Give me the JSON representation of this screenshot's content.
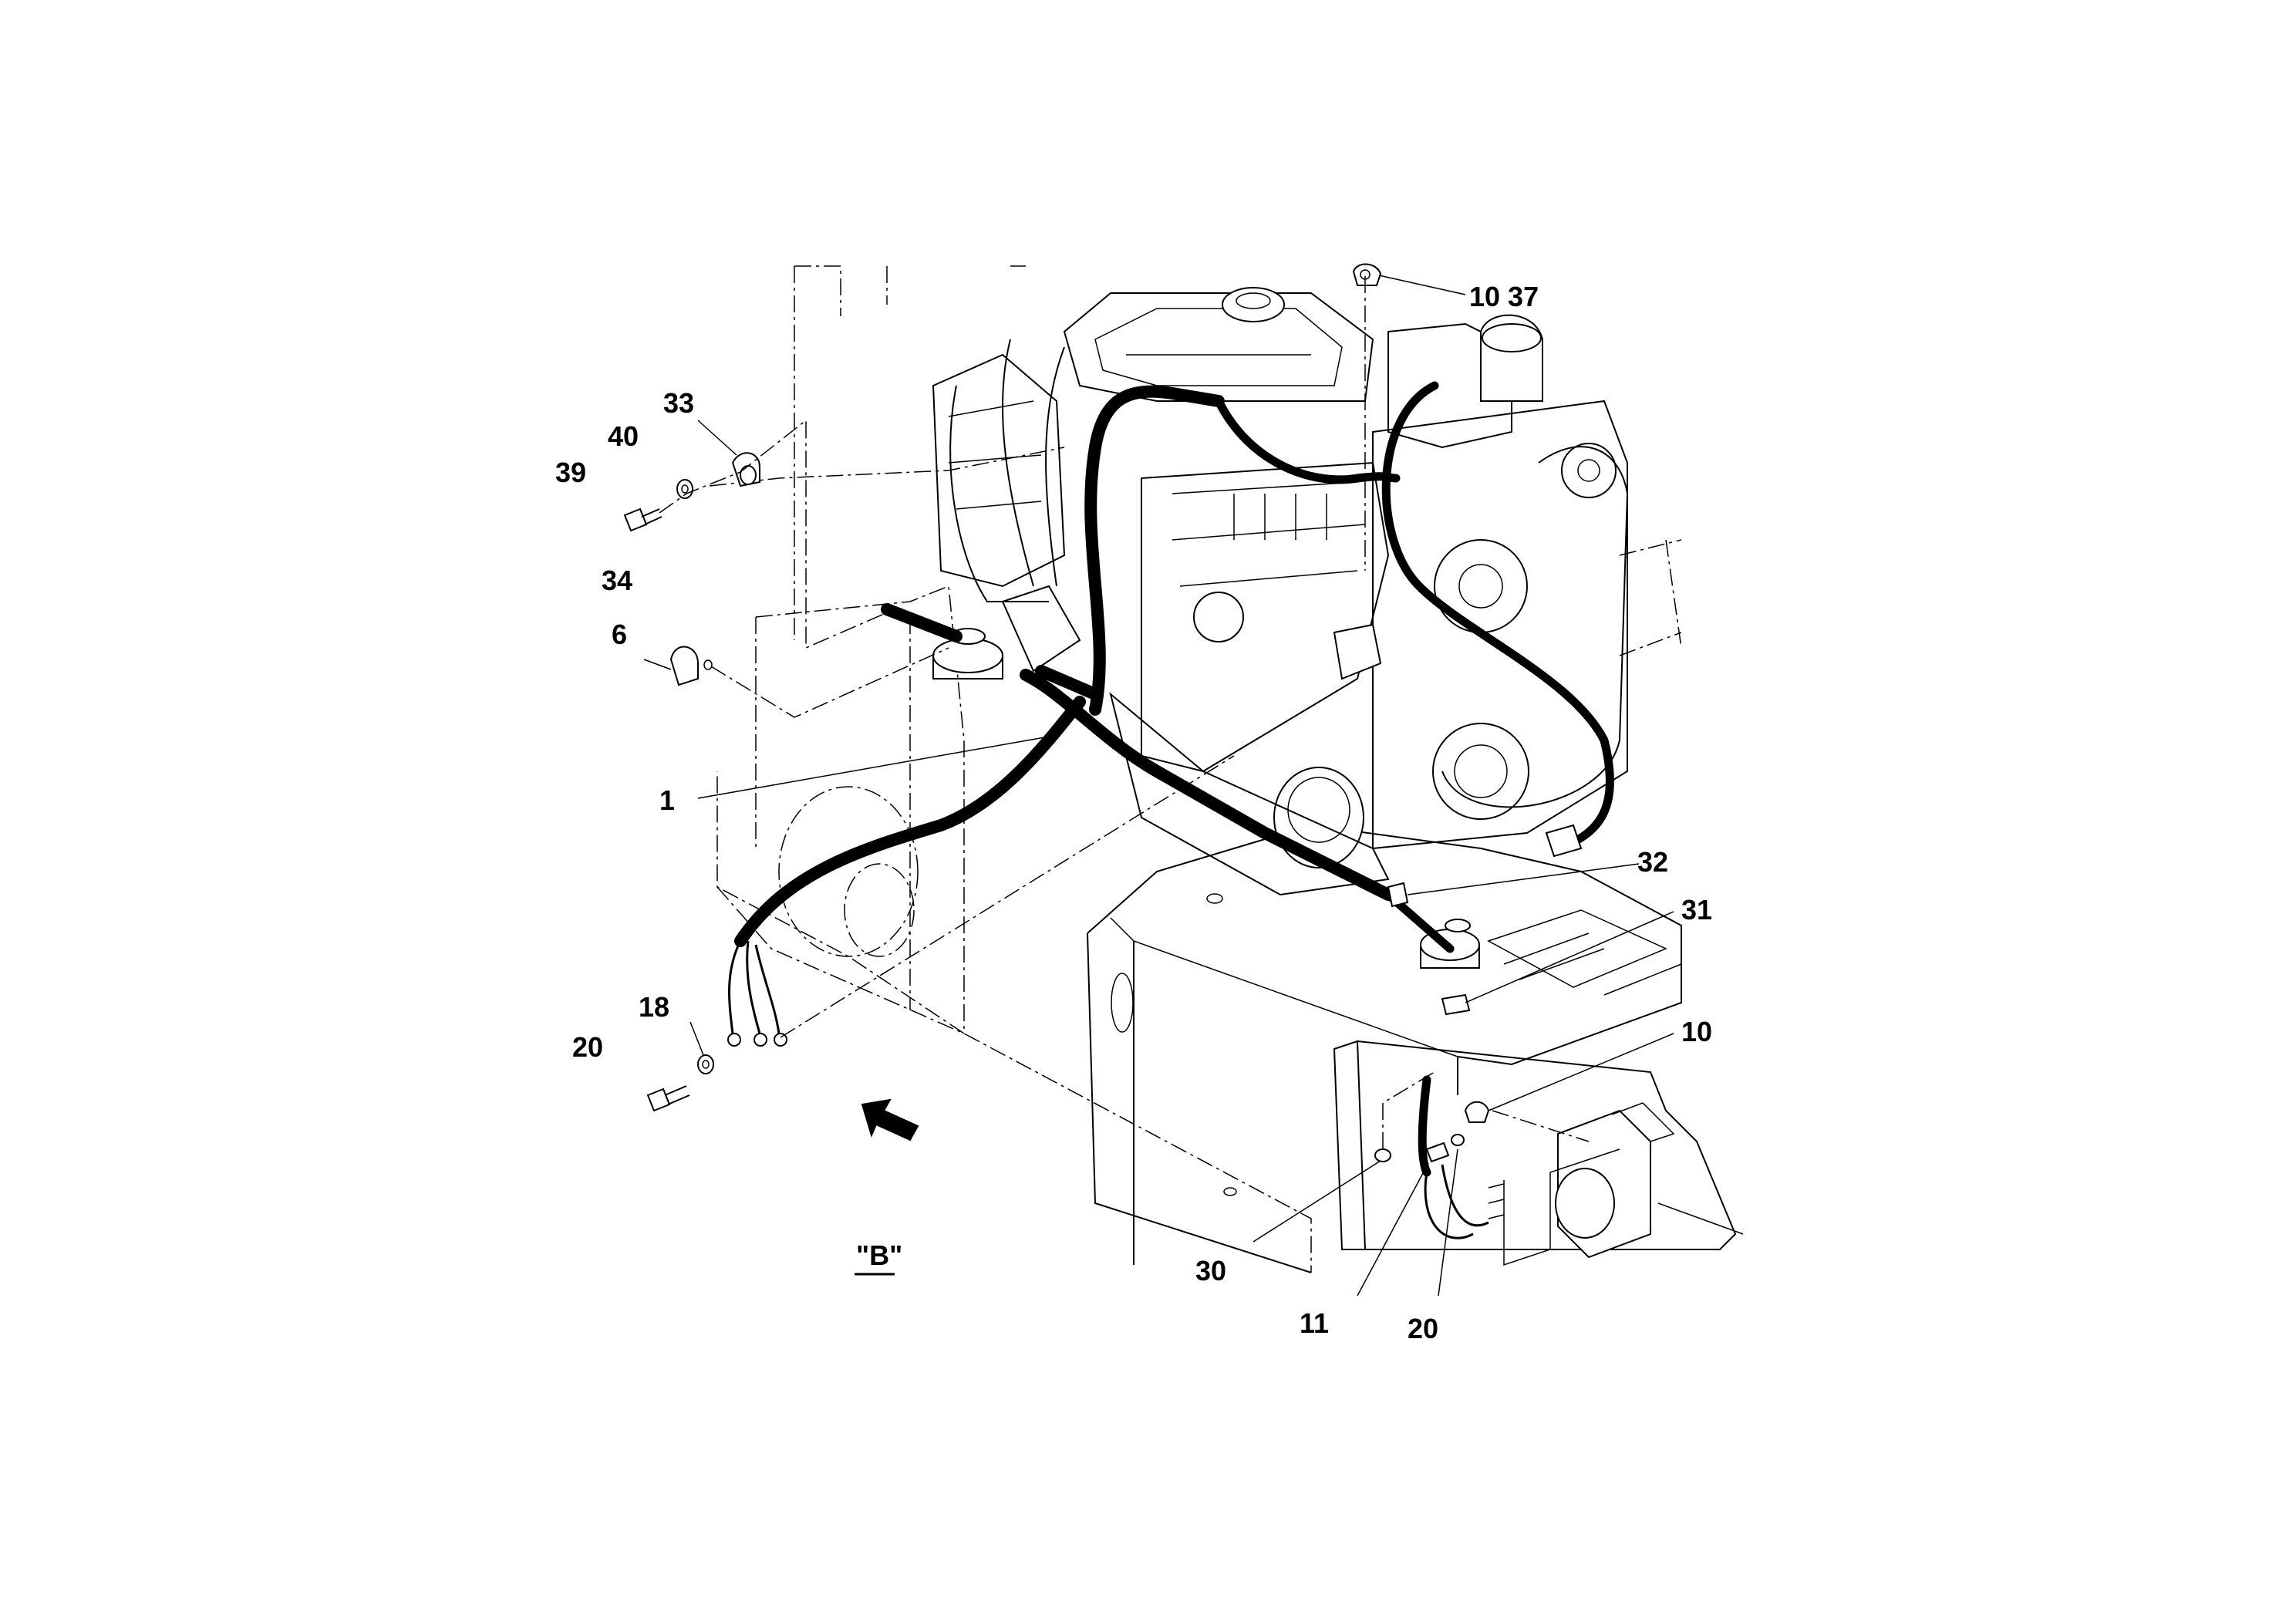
{
  "view_label": "\"B\"",
  "callouts": [
    {
      "id": "c1037",
      "text": "10 37"
    },
    {
      "id": "c33",
      "text": "33"
    },
    {
      "id": "c40",
      "text": "40"
    },
    {
      "id": "c39",
      "text": "39"
    },
    {
      "id": "c34",
      "text": "34"
    },
    {
      "id": "c6",
      "text": "6"
    },
    {
      "id": "c1",
      "text": "1"
    },
    {
      "id": "c32",
      "text": "32"
    },
    {
      "id": "c31",
      "text": "31"
    },
    {
      "id": "c10",
      "text": "10"
    },
    {
      "id": "c18",
      "text": "18"
    },
    {
      "id": "c20a",
      "text": "20"
    },
    {
      "id": "c30",
      "text": "30"
    },
    {
      "id": "c11",
      "text": "11"
    },
    {
      "id": "c20b",
      "text": "20"
    }
  ]
}
